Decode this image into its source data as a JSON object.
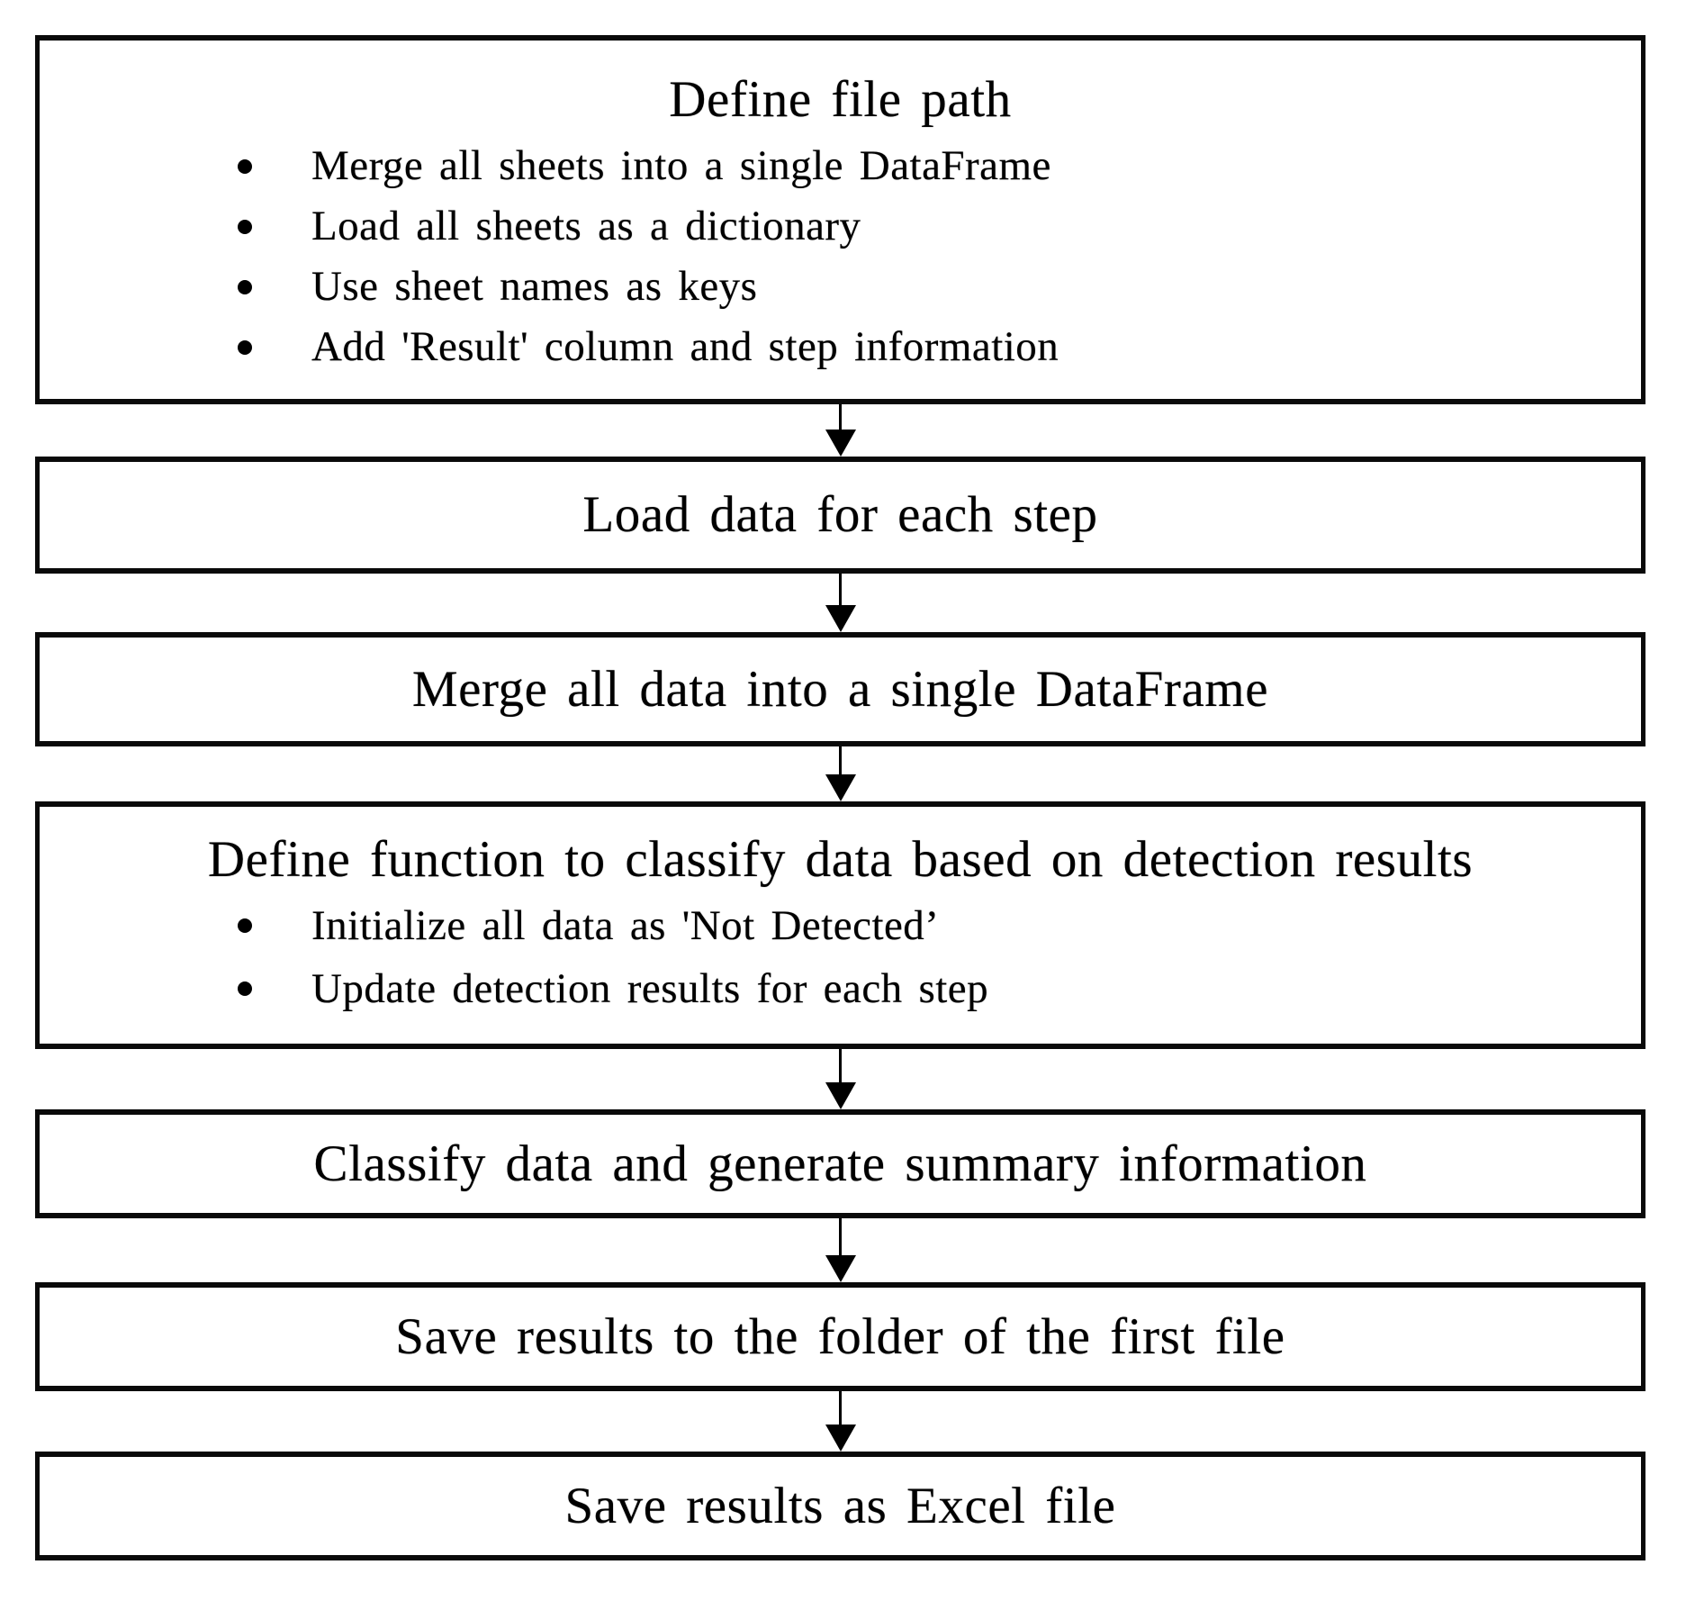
{
  "flowchart": {
    "colors": {
      "border": "#0a0a0a",
      "background": "#ffffff",
      "text": "#000000"
    },
    "boxes": [
      {
        "title": "Define file path",
        "bullets": [
          "Merge all sheets into a single DataFrame",
          "Load all sheets as a dictionary",
          "Use sheet names as keys",
          "Add 'Result' column and step information"
        ]
      },
      {
        "title": "Load data for each step"
      },
      {
        "title": "Merge all data into a single DataFrame"
      },
      {
        "title": "Define function to classify data based on detection results",
        "bullets": [
          "Initialize all data as 'Not Detected’",
          "Update detection results for each step"
        ]
      },
      {
        "title": "Classify data and generate summary information"
      },
      {
        "title": "Save results to the folder of the first file"
      },
      {
        "title": "Save results as Excel file"
      }
    ]
  }
}
